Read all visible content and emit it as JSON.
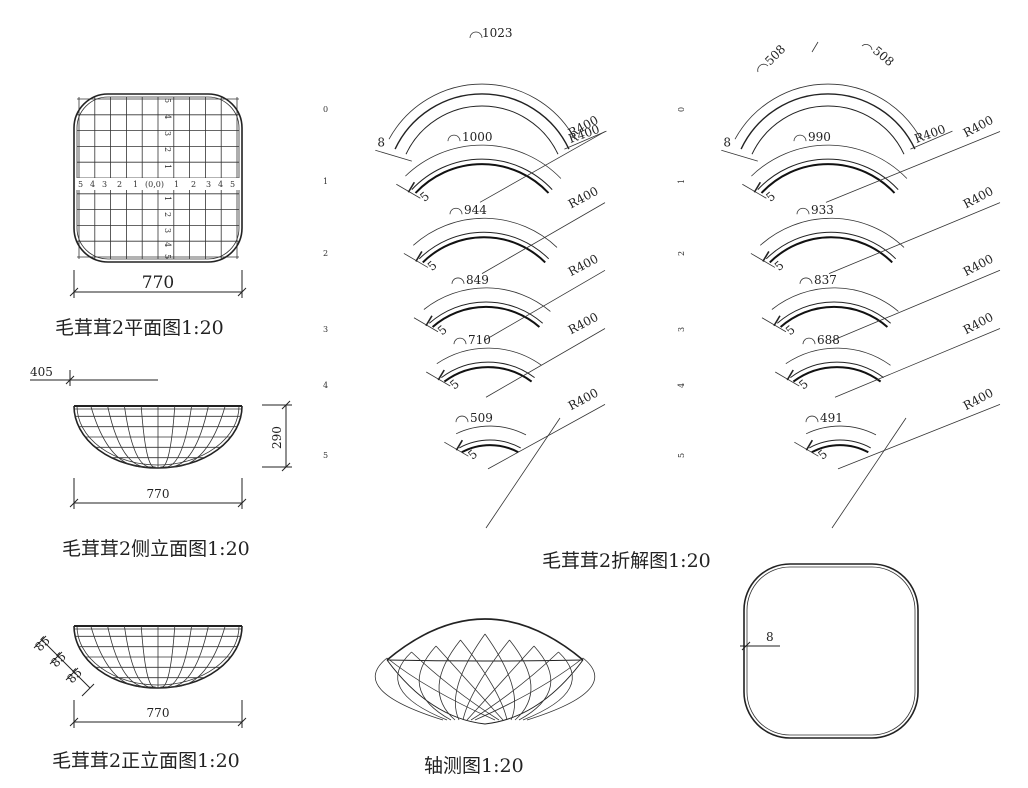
{
  "captions": {
    "plan": "毛茸茸2平面图1:20",
    "side": "毛茸茸2侧立面图1:20",
    "front": "毛茸茸2正立面图1:20",
    "axon": "轴测图1:20",
    "unfold": "毛茸茸2折解图1:20"
  },
  "plan": {
    "width_dim": "770",
    "axis_h": [
      "5",
      "4",
      "3",
      "2",
      "1",
      "(0,0)",
      "1",
      "2",
      "3",
      "4",
      "5"
    ],
    "axis_v_top": [
      "5",
      "4",
      "3",
      "2",
      "1"
    ],
    "axis_v_bottom": [
      "1",
      "2",
      "3",
      "4",
      "5"
    ]
  },
  "side": {
    "offset_dim": "405",
    "width_dim": "770",
    "height_dim": "290"
  },
  "front": {
    "width_dim": "770",
    "spacing_dims": [
      "85",
      "85",
      "85"
    ]
  },
  "ring": {
    "thickness_dim": "8"
  },
  "unfold_left": {
    "row_indices": [
      "0",
      "1",
      "2",
      "3",
      "4",
      "5"
    ],
    "top_arc_length": "1023",
    "top_thickness": "8",
    "arcs": [
      "1000",
      "944",
      "849",
      "710",
      "509"
    ],
    "thicknesses": [
      "5",
      "5",
      "5",
      "5",
      "5"
    ],
    "radii": [
      "R400",
      "R400",
      "R400",
      "R400",
      "R400",
      "R400"
    ]
  },
  "unfold_right": {
    "row_indices": [
      "0",
      "1",
      "2",
      "3",
      "4",
      "5"
    ],
    "top_half_arcs": [
      "508",
      "508"
    ],
    "top_thickness": "8",
    "arcs": [
      "990",
      "933",
      "837",
      "688",
      "491"
    ],
    "thicknesses": [
      "5",
      "5",
      "5",
      "5",
      "5"
    ],
    "radii": [
      "R400",
      "R400",
      "R400",
      "R400",
      "R400",
      "R400"
    ]
  }
}
